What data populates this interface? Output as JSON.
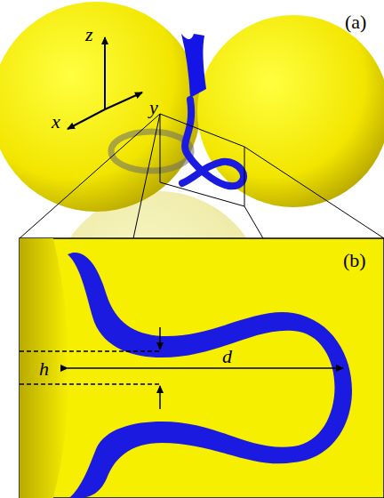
{
  "diagram": {
    "labels": [
      "(a)",
      "z",
      "x",
      "y",
      "(b)",
      "h",
      "d"
    ]
  }
}
